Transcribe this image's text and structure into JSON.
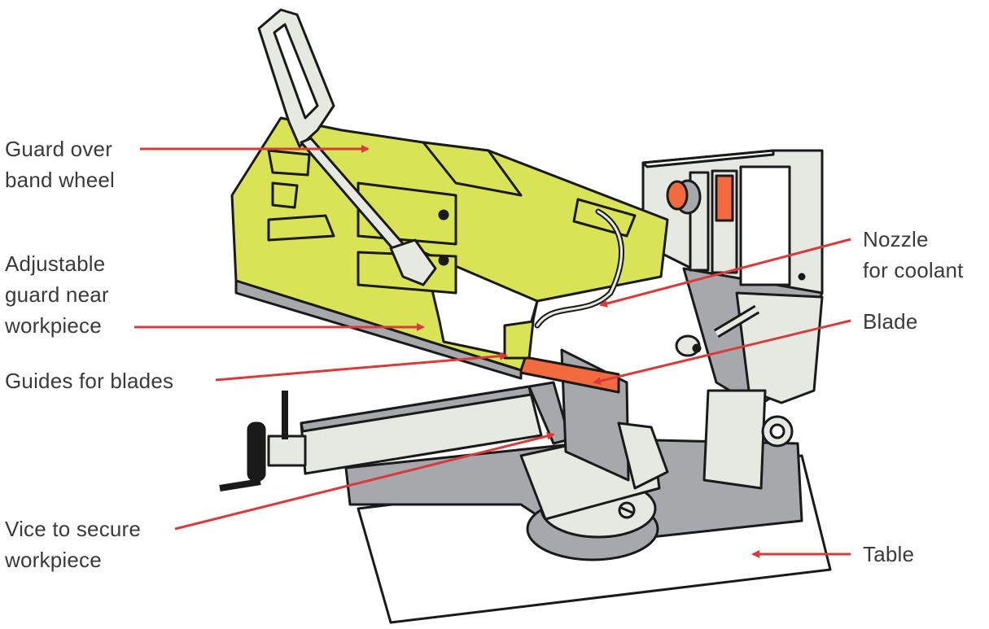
{
  "labels": {
    "guard_wheel": "Guard over\nband wheel",
    "adjustable_guard": "Adjustable\nguard near\nworkpiece",
    "guides": "Guides for blades",
    "vice": "Vice to secure\nworkpiece",
    "nozzle": "Nozzle\nfor coolant",
    "blade": "Blade",
    "table": "Table"
  },
  "colors": {
    "guard_green": "#d9e356",
    "arrow_red": "#d93a3a",
    "blade_orange": "#f26a3d",
    "metal_light": "#e6e8e2",
    "metal_dark": "#a7a8ac",
    "outline": "#1a1a1a",
    "label_text": "#3a3a3a"
  }
}
